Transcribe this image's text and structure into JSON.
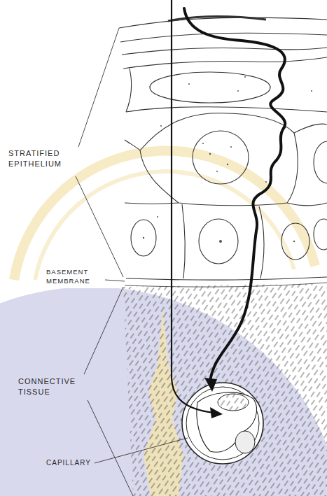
{
  "diagram": {
    "labels": [
      "STRATIFIED EPITHELIUM",
      "BASEMENT MEMBRANE",
      "CONNECTIVE TISSUE",
      "CAPILLARY"
    ]
  }
}
